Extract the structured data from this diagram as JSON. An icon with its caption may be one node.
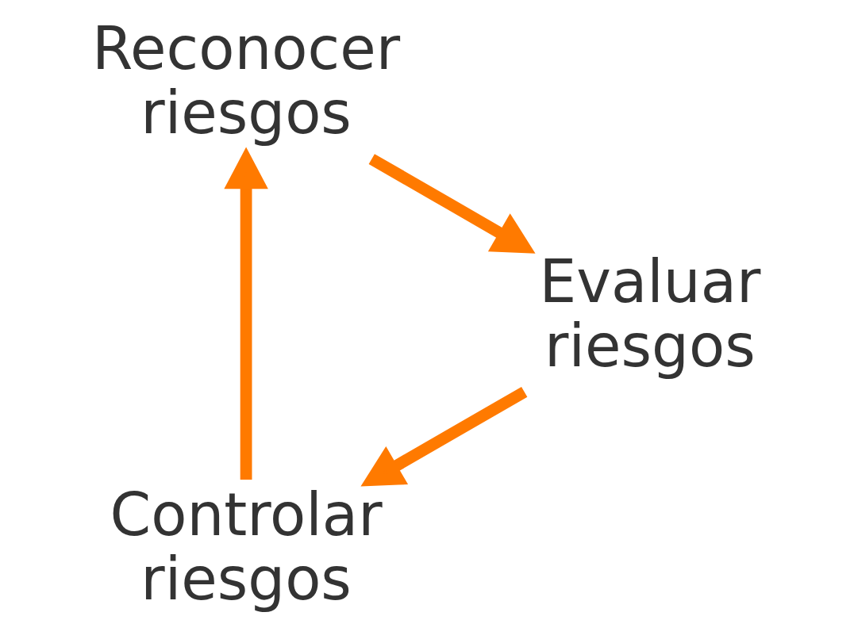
{
  "diagram": {
    "nodes": [
      {
        "text": [
          "Controlar riesgos"
        ]
      },
      {
        "text": [
          "Reconocer riesgos"
        ]
      },
      {
        "text": [
          "Evaluar riesgos"
        ]
      }
    ],
    "edges": [
      {
        "from": 0,
        "to": 1,
        "arrow": "to"
      },
      {
        "from": 1,
        "to": 2,
        "arrow": "to"
      },
      {
        "from": 2,
        "to": 0,
        "arrow": "to"
      }
    ]
  }
}
